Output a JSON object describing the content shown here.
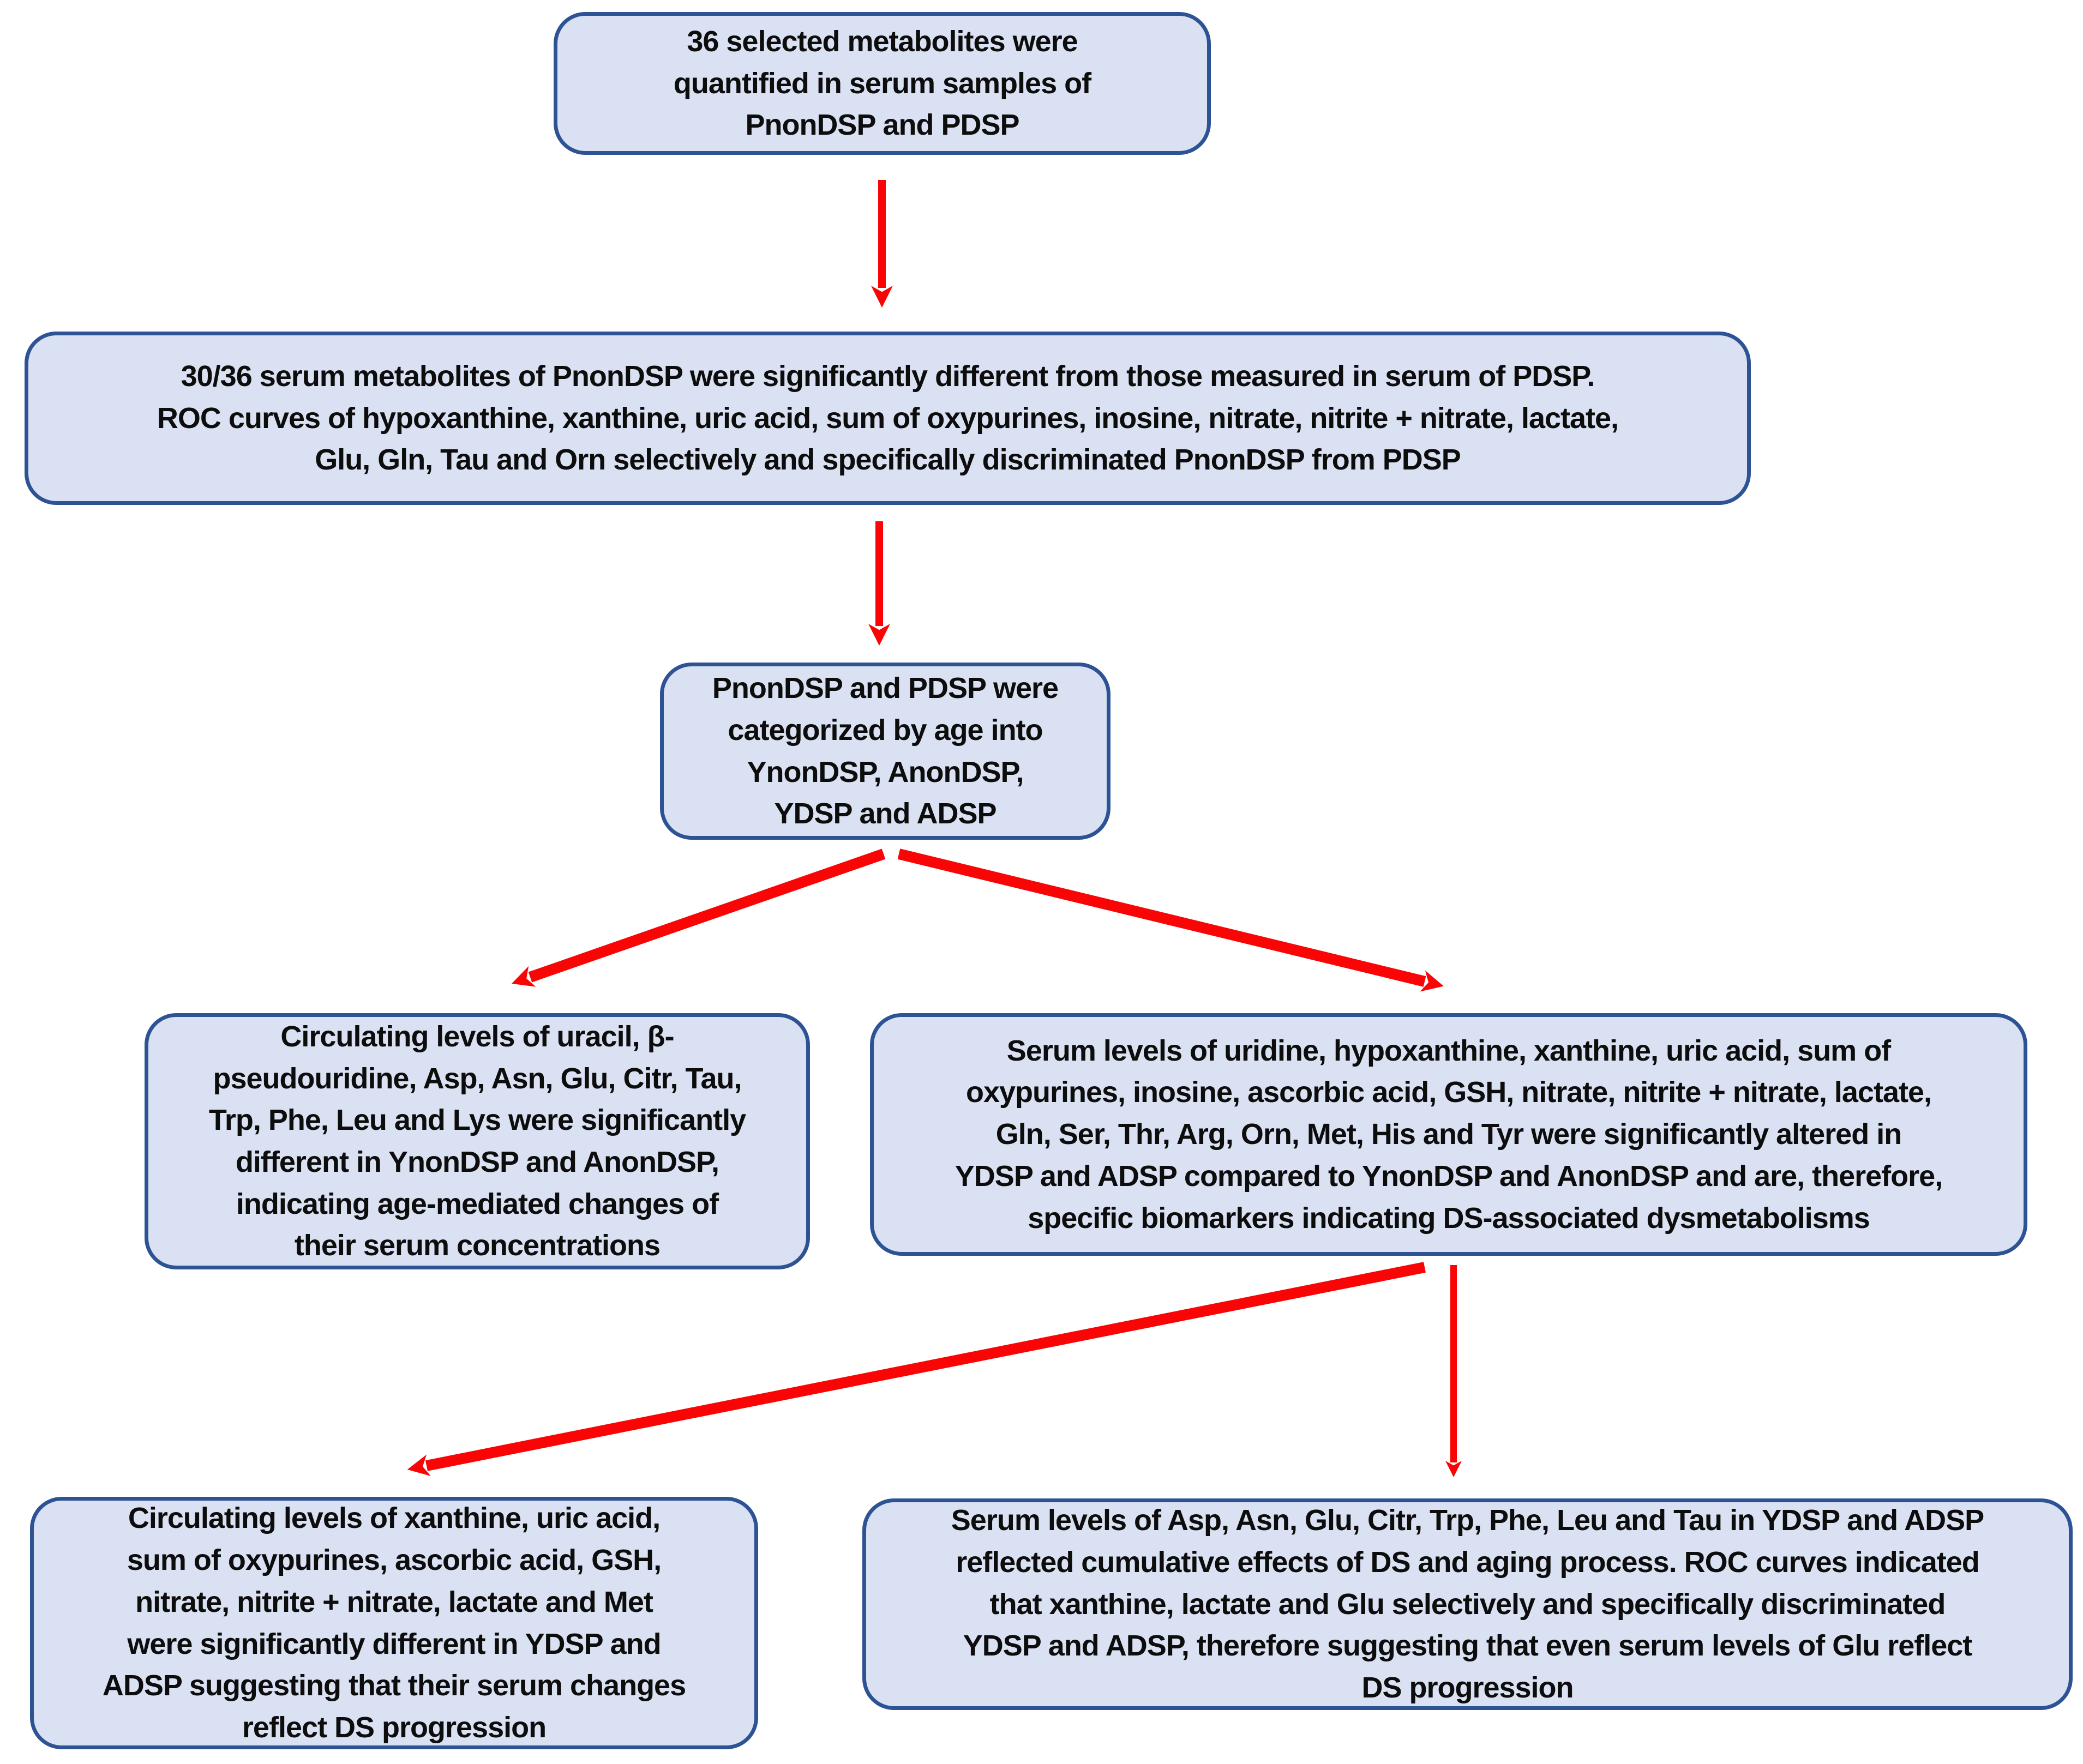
{
  "figure": {
    "type": "flowchart",
    "colors": {
      "node_fill": "#dae1f2",
      "node_border": "#2e5395",
      "arrow": "#fa0505",
      "text": "#0d0d0d",
      "background": "#ffffff"
    },
    "nodes": {
      "quantified": {
        "text": "36 selected metabolites were\nquantified in serum samples of\nPnonDSP and PDSP"
      },
      "discriminated": {
        "text": "30/36  serum metabolites of PnonDSP were significantly different from those measured in serum of PDSP.\nROC curves of hypoxanthine, xanthine, uric acid, sum of oxypurines, inosine, nitrate, nitrite + nitrate, lactate,\nGlu, Gln, Tau and Orn selectively and specifically discriminated PnonDSP from PDSP"
      },
      "categorized": {
        "text": "PnonDSP and PDSP were\ncategorized by age into\nYnonDSP, AnonDSP,\nYDSP and ADSP"
      },
      "age_mediated": {
        "text": "Circulating levels of uracil, β-\npseudouridine, Asp, Asn, Glu, Citr, Tau,\nTrp, Phe, Leu and Lys were significantly\ndifferent in YnonDSP and AnonDSP,\nindicating age-mediated changes of\ntheir serum concentrations"
      },
      "ds_biomarkers": {
        "text": "Serum levels of uridine, hypoxanthine, xanthine, uric acid, sum of\noxypurines, inosine, ascorbic acid, GSH, nitrate, nitrite + nitrate, lactate,\nGln, Ser, Thr, Arg, Orn, Met, His and Tyr were significantly altered in\nYDSP and ADSP compared to YnonDSP and AnonDSP and are, therefore,\nspecific biomarkers indicating DS-associated dysmetabolisms"
      },
      "ds_progression": {
        "text": "Circulating levels of  xanthine, uric acid,\nsum of oxypurines, ascorbic acid, GSH,\nnitrate, nitrite + nitrate, lactate and Met\nwere significantly different in YDSP and\nADSP suggesting that their serum changes\nreflect DS progression"
      },
      "cumulative": {
        "text": "Serum levels of Asp, Asn, Glu, Citr, Trp, Phe, Leu and Tau in YDSP and ADSP\nreflected cumulative effects of DS and aging process. ROC curves indicated\nthat xanthine, lactate and Glu selectively and specifically discriminated\nYDSP and ADSP, therefore suggesting that even serum levels of Glu reflect\nDS progression"
      }
    },
    "edges": [
      {
        "from": "quantified",
        "to": "discriminated"
      },
      {
        "from": "discriminated",
        "to": "categorized"
      },
      {
        "from": "categorized",
        "to": "age_mediated"
      },
      {
        "from": "categorized",
        "to": "ds_biomarkers"
      },
      {
        "from": "ds_biomarkers",
        "to": "ds_progression"
      },
      {
        "from": "ds_biomarkers",
        "to": "cumulative"
      }
    ]
  }
}
